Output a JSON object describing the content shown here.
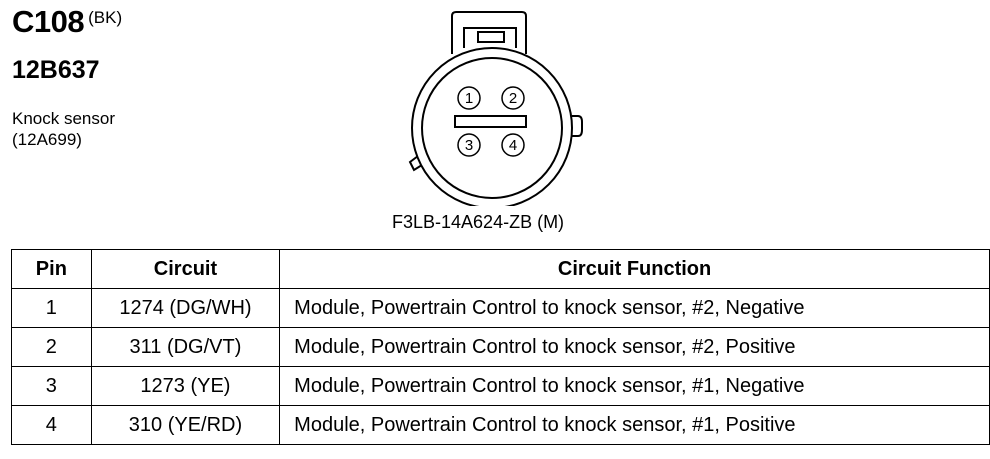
{
  "header": {
    "connector_id": "C108",
    "color_code": "(BK)",
    "part_number": "12B637",
    "description_line1": "Knock sensor",
    "description_line2": "(12A699)"
  },
  "connector": {
    "part_label": "F3LB-14A624-ZB (M)",
    "pin_labels": [
      "1",
      "2",
      "3",
      "4"
    ]
  },
  "table": {
    "headers": {
      "pin": "Pin",
      "circuit": "Circuit",
      "function": "Circuit Function"
    },
    "rows": [
      {
        "pin": "1",
        "circuit": "1274 (DG/WH)",
        "function": "Module, Powertrain Control to knock sensor, #2, Negative"
      },
      {
        "pin": "2",
        "circuit": "311 (DG/VT)",
        "function": "Module, Powertrain Control to knock sensor, #2, Positive"
      },
      {
        "pin": "3",
        "circuit": "1273 (YE)",
        "function": "Module, Powertrain Control to knock sensor, #1, Negative"
      },
      {
        "pin": "4",
        "circuit": "310 (YE/RD)",
        "function": "Module, Powertrain Control to knock sensor, #1, Positive"
      }
    ]
  }
}
